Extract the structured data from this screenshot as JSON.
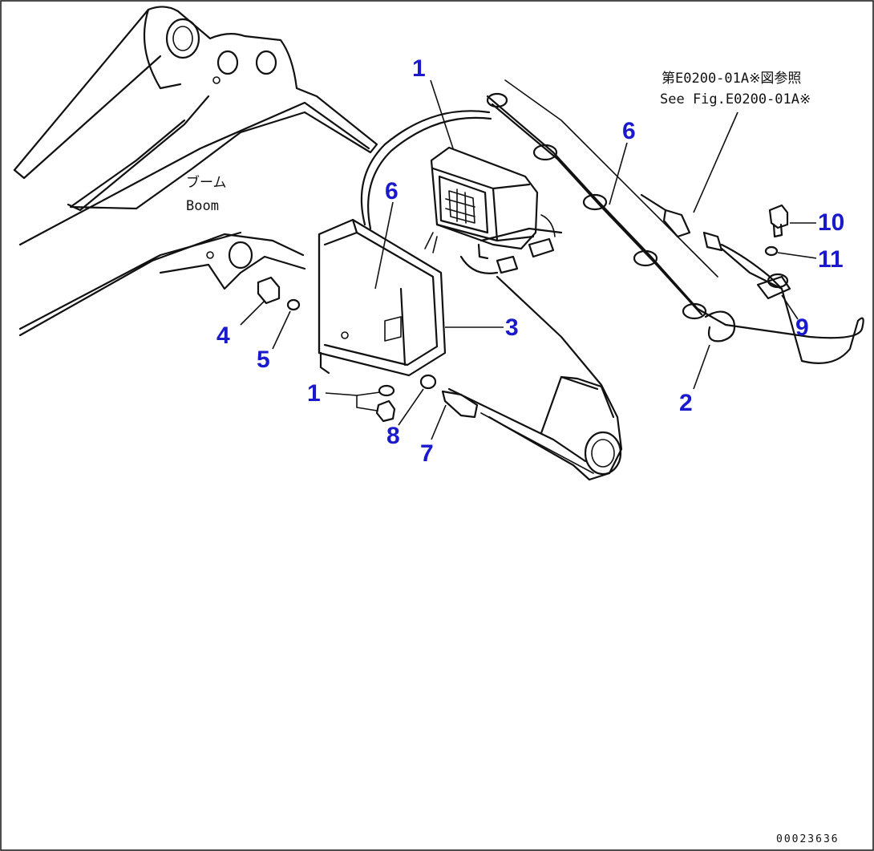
{
  "figure": {
    "boom_label_jp": "ブーム",
    "boom_label_en": "Boom",
    "reference_jp": "第E0200-01A※図参照",
    "reference_en": "See Fig.E0200-01A※",
    "document_number": "00023636"
  },
  "callouts": [
    {
      "id": "callout-1-lamp",
      "label": "1"
    },
    {
      "id": "callout-6-clamp-box",
      "label": "6"
    },
    {
      "id": "callout-6-clamp-harness",
      "label": "6"
    },
    {
      "id": "callout-10",
      "label": "10"
    },
    {
      "id": "callout-11",
      "label": "11"
    },
    {
      "id": "callout-9",
      "label": "9"
    },
    {
      "id": "callout-2",
      "label": "2"
    },
    {
      "id": "callout-3",
      "label": "3"
    },
    {
      "id": "callout-4",
      "label": "4"
    },
    {
      "id": "callout-5",
      "label": "5"
    },
    {
      "id": "callout-1-nut",
      "label": "1"
    },
    {
      "id": "callout-8",
      "label": "8"
    },
    {
      "id": "callout-7",
      "label": "7"
    }
  ],
  "colors": {
    "callout": "#1a1acc",
    "line": "#111111",
    "background": "#ffffff"
  }
}
